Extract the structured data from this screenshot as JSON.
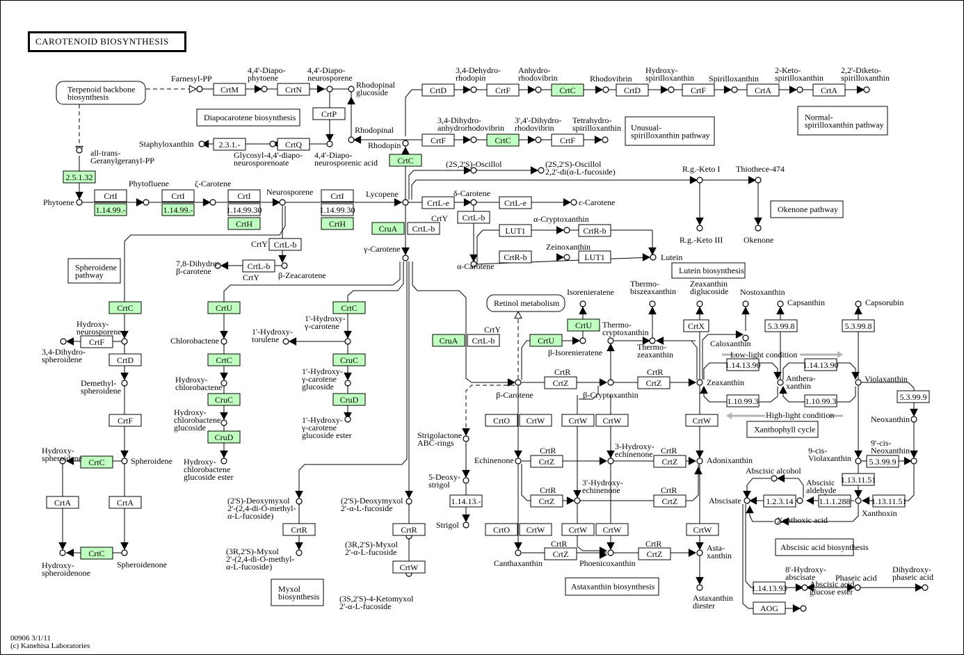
{
  "title": "CAROTENOID BIOSYNTHESIS",
  "footer": {
    "map_id_date": "00906 3/1/11",
    "copyright": "(c) Kanehisa Laboratories"
  },
  "colors": {
    "enzyme_highlight": "#bfffbf",
    "enzyme_plain": "#ffffff",
    "line": "#000000",
    "condition_arrow": "#b3b3b3"
  },
  "pathway_links": [
    {
      "id": "terpenoid",
      "label": [
        "Terpenoid backbone",
        "biosynthesis"
      ],
      "rounded": true
    },
    {
      "id": "retinol",
      "label": [
        "Retinol metabolism"
      ],
      "rounded": true
    },
    {
      "id": "diapocarotene",
      "label": [
        "Diapocarotene biosynthesis"
      ]
    },
    {
      "id": "unusual-spirilloxanthin",
      "label": [
        "Unusual-",
        "spirilloxanthin pathway"
      ]
    },
    {
      "id": "normal-spirilloxanthin",
      "label": [
        "Normal-",
        "spirilloxanthin pathway"
      ]
    },
    {
      "id": "okenone",
      "label": [
        "Okenone pathway"
      ]
    },
    {
      "id": "spheroidene",
      "label": [
        "Spheroidene",
        "pathway"
      ]
    },
    {
      "id": "lutein",
      "label": [
        "Lutein biosynthesis"
      ]
    },
    {
      "id": "xanthophyll",
      "label": [
        "Xanthophyll cycle"
      ]
    },
    {
      "id": "abscisic",
      "label": [
        "Abscisic acid biosynthesis"
      ]
    },
    {
      "id": "astaxanthin",
      "label": [
        "Astaxanthin biosynthesis"
      ]
    },
    {
      "id": "myxol",
      "label": [
        "Myxol",
        "biosynthesis"
      ]
    }
  ],
  "condition_labels": {
    "low_light": "Low-light condition",
    "high_light": "High-light condition"
  },
  "enzymes": [
    {
      "label": "2.5.1.32",
      "hl": true
    },
    {
      "label": "CrtI",
      "hl": false
    },
    {
      "label": "1.14.99.-",
      "hl": true
    },
    {
      "label": "CrtI",
      "hl": false
    },
    {
      "label": "1.14.99.-",
      "hl": true
    },
    {
      "label": "CrtI",
      "hl": false
    },
    {
      "label": "1.14.99.30",
      "hl": false
    },
    {
      "label": "CrtH",
      "hl": true
    },
    {
      "label": "CrtI",
      "hl": false
    },
    {
      "label": "1.14.99.30",
      "hl": false
    },
    {
      "label": "CrtH",
      "hl": true
    },
    {
      "label": "CrtM",
      "hl": false
    },
    {
      "label": "CrtN",
      "hl": false
    },
    {
      "label": "CrtP",
      "hl": false
    },
    {
      "label": "CrtQ",
      "hl": false
    },
    {
      "label": "2.3.1.-",
      "hl": false
    },
    {
      "label": "CrtD",
      "hl": false
    },
    {
      "label": "CrtF",
      "hl": false
    },
    {
      "label": "CrtC",
      "hl": true
    },
    {
      "label": "CrtD",
      "hl": false
    },
    {
      "label": "CrtF",
      "hl": false
    },
    {
      "label": "CrtA",
      "hl": false
    },
    {
      "label": "CrtA",
      "hl": false
    },
    {
      "label": "CrtF",
      "hl": false
    },
    {
      "label": "CrtC",
      "hl": true
    },
    {
      "label": "CrtF",
      "hl": false
    },
    {
      "label": "CrtC",
      "hl": true
    },
    {
      "label": "CrtL-e",
      "hl": false
    },
    {
      "label": "CrtL-e",
      "hl": false
    },
    {
      "label": "CrtL-b",
      "hl": false
    },
    {
      "label": "CruA",
      "hl": true
    },
    {
      "label": "CrtL-b",
      "hl": false
    },
    {
      "label": "LUT1",
      "hl": false
    },
    {
      "label": "CrtR-b",
      "hl": false
    },
    {
      "label": "CrtR-b",
      "hl": false
    },
    {
      "label": "LUT1",
      "hl": false
    },
    {
      "label": "CrtL-b",
      "hl": false
    },
    {
      "label": "CrtL-b",
      "hl": false
    },
    {
      "label": "CrtC",
      "hl": true
    },
    {
      "label": "CrtF",
      "hl": false
    },
    {
      "label": "CrtD",
      "hl": false
    },
    {
      "label": "CrtF",
      "hl": false
    },
    {
      "label": "CrtC",
      "hl": true
    },
    {
      "label": "CrtA",
      "hl": false
    },
    {
      "label": "CrtA",
      "hl": false
    },
    {
      "label": "CrtC",
      "hl": true
    },
    {
      "label": "CrtU",
      "hl": true
    },
    {
      "label": "CrtC",
      "hl": true
    },
    {
      "label": "CruC",
      "hl": true
    },
    {
      "label": "CruD",
      "hl": true
    },
    {
      "label": "CrtC",
      "hl": true
    },
    {
      "label": "CruC",
      "hl": true
    },
    {
      "label": "CruD",
      "hl": true
    },
    {
      "label": "CrtR",
      "hl": false
    },
    {
      "label": "CrtR",
      "hl": false
    },
    {
      "label": "CrtW",
      "hl": false
    },
    {
      "label": "CruA",
      "hl": true
    },
    {
      "label": "CrtL-b",
      "hl": false
    },
    {
      "label": "CrtU",
      "hl": true
    },
    {
      "label": "CrtU",
      "hl": true
    },
    {
      "label": "CrtZ",
      "hl": false
    },
    {
      "label": "CrtZ",
      "hl": false
    },
    {
      "label": "CrtX",
      "hl": false
    },
    {
      "label": "CrtW",
      "hl": false
    },
    {
      "label": "CrtO",
      "hl": false
    },
    {
      "label": "CrtW",
      "hl": false
    },
    {
      "label": "CrtW",
      "hl": false
    },
    {
      "label": "CrtW",
      "hl": false
    },
    {
      "label": "CrtZ",
      "hl": false
    },
    {
      "label": "CrtZ",
      "hl": false
    },
    {
      "label": "CrtZ",
      "hl": false
    },
    {
      "label": "CrtZ",
      "hl": false
    },
    {
      "label": "CrtO",
      "hl": false
    },
    {
      "label": "CrtW",
      "hl": false
    },
    {
      "label": "CrtW",
      "hl": false
    },
    {
      "label": "CrtW",
      "hl": false
    },
    {
      "label": "CrtW",
      "hl": false
    },
    {
      "label": "CrtZ",
      "hl": false
    },
    {
      "label": "CrtZ",
      "hl": false
    },
    {
      "label": "1.14.13.-",
      "hl": false
    },
    {
      "label": "1.14.13.90",
      "hl": false
    },
    {
      "label": "1.14.13.90",
      "hl": false
    },
    {
      "label": "1.10.99.3",
      "hl": false
    },
    {
      "label": "1.10.99.3",
      "hl": false
    },
    {
      "label": "5.3.99.8",
      "hl": false
    },
    {
      "label": "5.3.99.8",
      "hl": false
    },
    {
      "label": "5.3.99.9",
      "hl": false
    },
    {
      "label": "5.3.99.9",
      "hl": false
    },
    {
      "label": "1.13.11.51",
      "hl": false
    },
    {
      "label": "1.13.11.51",
      "hl": false
    },
    {
      "label": "1.1.1.288",
      "hl": false
    },
    {
      "label": "1.2.3.14",
      "hl": false
    },
    {
      "label": "1.14.13.93",
      "hl": false
    },
    {
      "label": "AOG",
      "hl": false
    }
  ],
  "enzyme_side_labels": [
    "CrtY",
    "CrtY",
    "CrtY",
    "CrtY",
    "CrtR",
    "CrtR",
    "CrtR",
    "CrtR",
    "CrtR",
    "CrtR",
    "CrtR",
    "CrtR"
  ],
  "compounds": [
    [
      "Farnesyl-PP"
    ],
    [
      "4,4'-Diapo-",
      "phytoene"
    ],
    [
      "4,4'-Diapo-",
      "neurosporene"
    ],
    [
      "Rhodopinal",
      "glucoside"
    ],
    [
      "Staphyloxanthin"
    ],
    [
      "Glycosyl-4,4'-diapo-",
      "neurosporenoate"
    ],
    [
      "4,4'-Diapo-",
      "neurosporenic acid"
    ],
    [
      "Rhodopinal"
    ],
    [
      "Rhodopin"
    ],
    [
      "all-trans-",
      "Geranylgeranyl-PP"
    ],
    [
      "Phytoene"
    ],
    [
      "Phytofluene"
    ],
    [
      "ζ-Carotene"
    ],
    [
      "Neurosporene"
    ],
    [
      "Lycopene"
    ],
    [
      "γ-Carotene"
    ],
    [
      "3,4-Dehydro-",
      "rhodopin"
    ],
    [
      "Anhydro-",
      "rhodovibrin"
    ],
    [
      "Rhodovibrin"
    ],
    [
      "Hydroxy-",
      "spirilloxanthin"
    ],
    [
      "Spirilloxanthin"
    ],
    [
      "2-Keto-",
      "spirilloxanthin"
    ],
    [
      "2,2'-Diketo-",
      "spirilloxanthin"
    ],
    [
      "3,4-Dihydro-",
      "anhydrorhodovibrin"
    ],
    [
      "3',4'-Dihydro-",
      "rhodovibrin"
    ],
    [
      "Tetrahydro-",
      "spirilloxanthin"
    ],
    [
      "(2S,2'S)-Oscillol"
    ],
    [
      "(2S,2'S)-Oscillol",
      "2,2'-di(α-L-fucoside)"
    ],
    [
      "R.g.-Keto I"
    ],
    [
      "Thiothece-474"
    ],
    [
      "R.g.-Keto III"
    ],
    [
      "Okenone"
    ],
    [
      "δ-Carotene"
    ],
    [
      "ε-Carotene"
    ],
    [
      "α-Cryptoxanthin"
    ],
    [
      "Zeinoxanthin"
    ],
    [
      "α-Carotene"
    ],
    [
      "Lutein"
    ],
    [
      "7,8-Dihydro-",
      "β-carotene"
    ],
    [
      "β-Zeacarotene"
    ],
    [
      "Hydroxy-",
      "neurosporene"
    ],
    [
      "3,4-Dihydro-",
      "spheroidene"
    ],
    [
      "Demethyl-",
      "spheroidene"
    ],
    [
      "Hydroxy-",
      "spheroidene"
    ],
    [
      "Spheroidene"
    ],
    [
      "Hydroxy-",
      "spheroidenone"
    ],
    [
      "Spheroidenone"
    ],
    [
      "Chlorobactene"
    ],
    [
      "Hydroxy-",
      "chlorobactene"
    ],
    [
      "Hydroxy-",
      "chlorobactene",
      "glucoside"
    ],
    [
      "Hydroxy-",
      "chlorobactene",
      "glucoside ester"
    ],
    [
      "1'-Hydroxy-",
      "torulene"
    ],
    [
      "1'-Hydroxy-",
      "γ-carotene"
    ],
    [
      "1'-Hydroxy-",
      "γ-carotene",
      "glucoside"
    ],
    [
      "1'-Hydroxy-",
      "γ-carotene",
      "glucoside ester"
    ],
    [
      "(2'S)-Deoxymyxol",
      "2'-(2,4-di-O-methyl-",
      "α-L-fucoside)"
    ],
    [
      "(3R,2'S)-Myxol",
      "2'-(2,4-di-O-methyl-",
      "α-L-fucoside)"
    ],
    [
      "(2'S)-Deoxymyxol",
      "2'-α-L-fucoside"
    ],
    [
      "(3R,2'S)-Myxol",
      "2'-α-L-fucoside"
    ],
    [
      "(3S,2'S)-4-Ketomyxol",
      "2'-α-L-fucoside"
    ],
    [
      "Isorenieratene"
    ],
    [
      "β-Isorenieratene"
    ],
    [
      "Thermo-",
      "cryptoxanthin"
    ],
    [
      "Thermo-",
      "biszeaxanthin"
    ],
    [
      "Thermo-",
      "zeaxanthin"
    ],
    [
      "Zeaxanthin",
      "diglucoside"
    ],
    [
      "Nostoxanthin"
    ],
    [
      "Caloxanthin"
    ],
    [
      "β-Carotene"
    ],
    [
      "β-Cryptoxanthin"
    ],
    [
      "Zeaxanthin"
    ],
    [
      "Anthera-",
      "xanthin"
    ],
    [
      "Violaxanthin"
    ],
    [
      "Capsanthin"
    ],
    [
      "Capsorubin"
    ],
    [
      "Neoxanthin"
    ],
    [
      "9-cis-",
      "Violaxanthin"
    ],
    [
      "9'-cis-",
      "Neoxanthin"
    ],
    [
      "Strigolactone",
      "ABC-rings"
    ],
    [
      "5-Deoxy-",
      "strigol"
    ],
    [
      "Strigol"
    ],
    [
      "Echinenone"
    ],
    [
      "3-Hydroxy-",
      "echinenone"
    ],
    [
      "3'-Hydroxy-",
      "echinenone"
    ],
    [
      "Adonixanthin"
    ],
    [
      "Canthaxanthin"
    ],
    [
      "Phoenicoxanthin"
    ],
    [
      "Asta-",
      "xanthin"
    ],
    [
      "Astaxanthin",
      "diester"
    ],
    [
      "Abscisic alcohol"
    ],
    [
      "Abscisic",
      "aldehyde"
    ],
    [
      "Abscisate"
    ],
    [
      "Xanthoxin"
    ],
    [
      "Xanthoxic acid"
    ],
    [
      "8'-Hydroxy-",
      "abscisate"
    ],
    [
      "Phaseic acid"
    ],
    [
      "Dihydroxy-",
      "phaseic acid"
    ],
    [
      "Abscisic acid",
      "glucose ester"
    ]
  ]
}
